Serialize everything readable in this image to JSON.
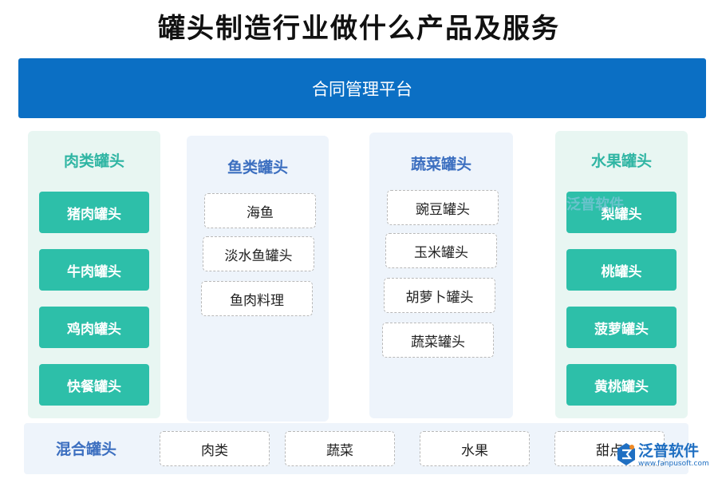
{
  "title": "罐头制造行业做什么产品及服务",
  "platform": "合同管理平台",
  "columns": {
    "meat": {
      "title": "肉类罐头",
      "items": [
        "猪肉罐头",
        "牛肉罐头",
        "鸡肉罐头",
        "快餐罐头"
      ]
    },
    "fish": {
      "title": "鱼类罐头",
      "items": [
        "海鱼",
        "淡水鱼罐头",
        "鱼肉料理"
      ]
    },
    "veg": {
      "title": "蔬菜罐头",
      "items": [
        "豌豆罐头",
        "玉米罐头",
        "胡萝卜罐头",
        "蔬菜罐头"
      ]
    },
    "fruit": {
      "title": "水果罐头",
      "items": [
        "梨罐头",
        "桃罐头",
        "菠萝罐头",
        "黄桃罐头"
      ]
    }
  },
  "mixed": {
    "title": "混合罐头",
    "items": [
      "肉类",
      "蔬菜",
      "水果",
      "甜点"
    ]
  },
  "watermark": "泛普软件",
  "logo": {
    "name": "泛普软件",
    "url": "www.fanpusoft.com"
  },
  "colors": {
    "primary": "#0b6fc4",
    "teal": "#2dbfa9",
    "blue_text": "#3c6fc0"
  }
}
